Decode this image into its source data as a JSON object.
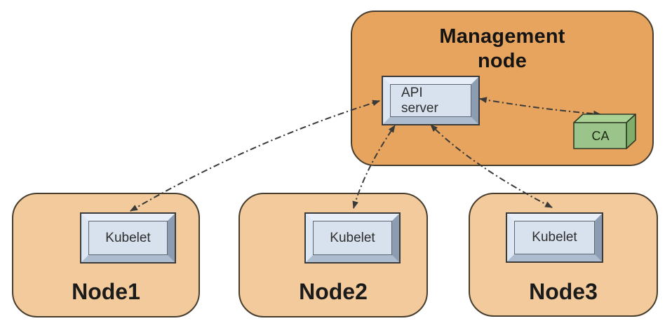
{
  "diagram": {
    "management_node": {
      "label": "Management node"
    },
    "api_server": {
      "label": "API server"
    },
    "ca": {
      "label": "CA"
    },
    "worker_nodes": [
      {
        "label": "Node1",
        "component": "Kubelet"
      },
      {
        "label": "Node2",
        "component": "Kubelet"
      },
      {
        "label": "Node3",
        "component": "Kubelet"
      }
    ],
    "connections": [
      {
        "from": "API server",
        "to": "Kubelet in Node1",
        "style": "dash-dot",
        "bidirectional": true
      },
      {
        "from": "API server",
        "to": "Kubelet in Node2",
        "style": "dash-dot",
        "bidirectional": true
      },
      {
        "from": "API server",
        "to": "Kubelet in Node3",
        "style": "dash-dot",
        "bidirectional": true
      },
      {
        "from": "API server",
        "to": "CA",
        "style": "dash-dot",
        "bidirectional": true
      }
    ],
    "colors": {
      "management_fill": "#e7a45e",
      "worker_fill": "#f2ca9b",
      "component_face": "#d8e2ef",
      "ca_front": "#9ac489",
      "ca_top": "#a9d294",
      "ca_side": "#7fae6a",
      "border": "#463d2e",
      "arrow": "#3a3a3a"
    }
  }
}
